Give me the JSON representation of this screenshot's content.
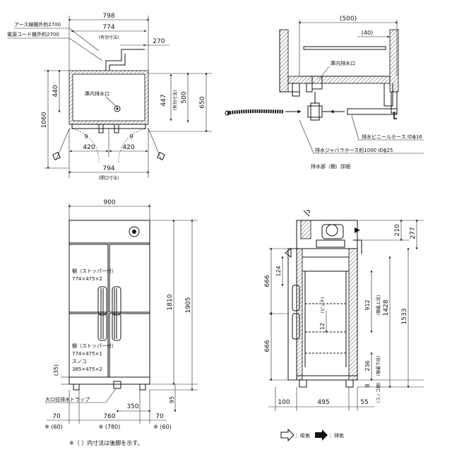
{
  "drawing": {
    "dims": {
      "w798": "798",
      "w774": "774",
      "w774_note": "(有効寸法)",
      "w270": "270",
      "h440": "440",
      "h447": "447",
      "h447_note": "(有効寸法)",
      "h500": "500",
      "h650": "650",
      "h1060": "1060",
      "w9_left": "9",
      "w9_right": "9",
      "w420_left": "420",
      "w420_right": "420",
      "w794": "794",
      "w794_note": "(開口寸法)",
      "w500p": "(500)",
      "w40p": "(40)",
      "w900": "900",
      "h1810": "1810",
      "h1905": "1905",
      "h35p": "(35)",
      "h95": "95",
      "w350": "350",
      "w70_left": "70",
      "w760": "760",
      "w70_right": "70",
      "w60_left_p": "※ (60)",
      "w780p": "※ (780)",
      "w60_right_p": "※ (60)",
      "h210": "210",
      "h277": "277",
      "h124": "124",
      "h666_top": "666",
      "h666_bot": "666",
      "h12": "12",
      "h12_note": "(ピッチ)",
      "h912": "912",
      "h912_note": "(棚最上段)",
      "h1428": "1428",
      "h1533": "1533",
      "h236": "236",
      "h236_note": "(棚最下段)",
      "h8": "8",
      "h8_note": "(スノコ棚)",
      "w100": "100",
      "w495": "495",
      "w55": "55"
    },
    "labels": {
      "earth_wire": "アース線機外約2700",
      "power_cord": "電源コード機外約2700",
      "inner_drain_top": "庫内排水口",
      "inner_drain_detail": "庫内排水口",
      "vinyl_hose": "排水ビニールホース IDϕ16",
      "bellows_hose": "排水ジャバラホース約1000 IDϕ25",
      "drain_detail_title": "排水部（棚）詳細",
      "shelf_upper_1": "棚（ストッパー付）",
      "shelf_upper_2": "774×475×2",
      "shelf_lower_1": "棚（ストッパー付）",
      "shelf_lower_2": "774×475×1",
      "sunoko": "スノコ",
      "sunoko_size": "385×475×2",
      "drain_trap": "大口径排水トラップ",
      "legend_intake": "：吸気",
      "legend_exhaust": "：排気",
      "footnote": "※（ ）内寸法は後脚を示す。"
    }
  }
}
